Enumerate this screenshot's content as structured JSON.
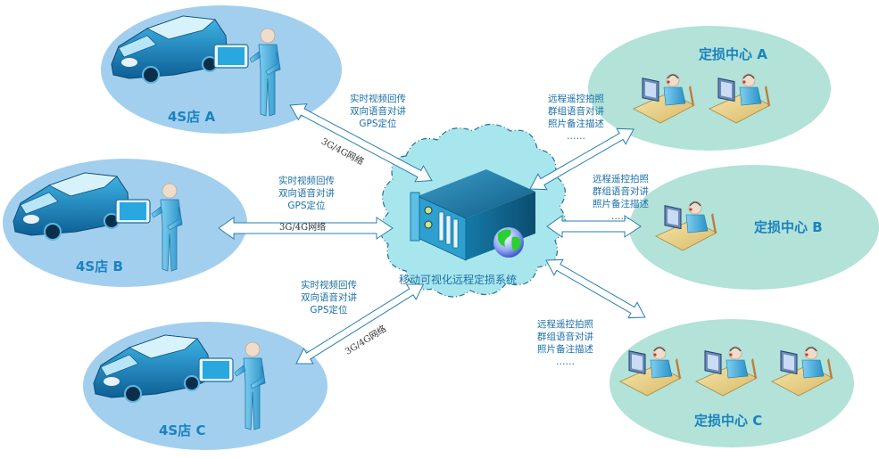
{
  "hub": {
    "label": "移动可视化远程定损系统",
    "icons": [
      "server-icon",
      "globe-icon"
    ]
  },
  "shops": [
    {
      "id": "A",
      "label": "4S店 A",
      "link_features": [
        "实时视频回传",
        "双向语音对讲",
        "GPS定位"
      ],
      "network": "3G/4G网络"
    },
    {
      "id": "B",
      "label": "4S店 B",
      "link_features": [
        "实时视频回传",
        "双向语音对讲",
        "GPS定位"
      ],
      "network": "3G/4G网络"
    },
    {
      "id": "C",
      "label": "4S店 C",
      "link_features": [
        "实时视频回传",
        "双向语音对讲",
        "GPS定位"
      ],
      "network": "3G/4G网络"
    }
  ],
  "centers": [
    {
      "id": "A",
      "label": "定损中心 A",
      "operators": 2,
      "link_features": [
        "远程遥控拍照",
        "群组语音对讲",
        "照片备注描述",
        "……"
      ]
    },
    {
      "id": "B",
      "label": "定损中心 B",
      "operators": 1,
      "link_features": [
        "远程遥控拍照",
        "群组语音对讲",
        "照片备注描述",
        "……"
      ]
    },
    {
      "id": "C",
      "label": "定损中心 C",
      "operators": 3,
      "link_features": [
        "远程遥控拍照",
        "群组语音对讲",
        "照片备注描述",
        "……"
      ]
    }
  ],
  "colors": {
    "shop_ellipse": "#a3cfee",
    "center_ellipse": "#b2e2d8",
    "cloud": "#a8e6ee",
    "label_blue": "#1a82c0",
    "arrow_stroke": "#2a7fb0"
  }
}
